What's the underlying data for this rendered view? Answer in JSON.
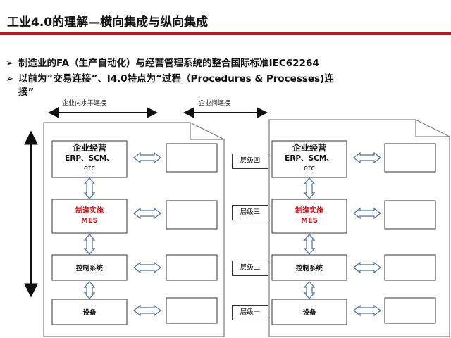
{
  "title": "工业4.0的理解—横向集成与纵向集成",
  "bullets": [
    "制造业的FA（生产自动化）与经营管理系统的整合国际标准IEC62264",
    "以前为“交易连接”、I4.0特点为“过程（Procedures & Processes)连",
    "接”"
  ],
  "bullet_marker": "➢",
  "horizontal_label": "企业内水平连接",
  "inter_label": "企业间连接",
  "left_stack": {
    "box1_line1": "企业经营",
    "box1_line2": "ERP、SCM、",
    "box1_line3": "etc",
    "box2_line1": "制造实施",
    "box2_line2": "MES",
    "box3": "控制系统",
    "box4": "设备"
  },
  "right_stack": {
    "box1_line1": "企业经营",
    "box1_line2": "ERP、SCM、",
    "box1_line3": "etc",
    "box2_line1": "制造实施",
    "box2_line2": "MES",
    "box3": "控制系统",
    "box4": "设备"
  },
  "levels": [
    "层级四",
    "层级三",
    "层级二",
    "层级一"
  ],
  "colors": {
    "accent": "#d10f19",
    "arrow": "#4a6fa8",
    "mes_text": "#c0171d"
  }
}
